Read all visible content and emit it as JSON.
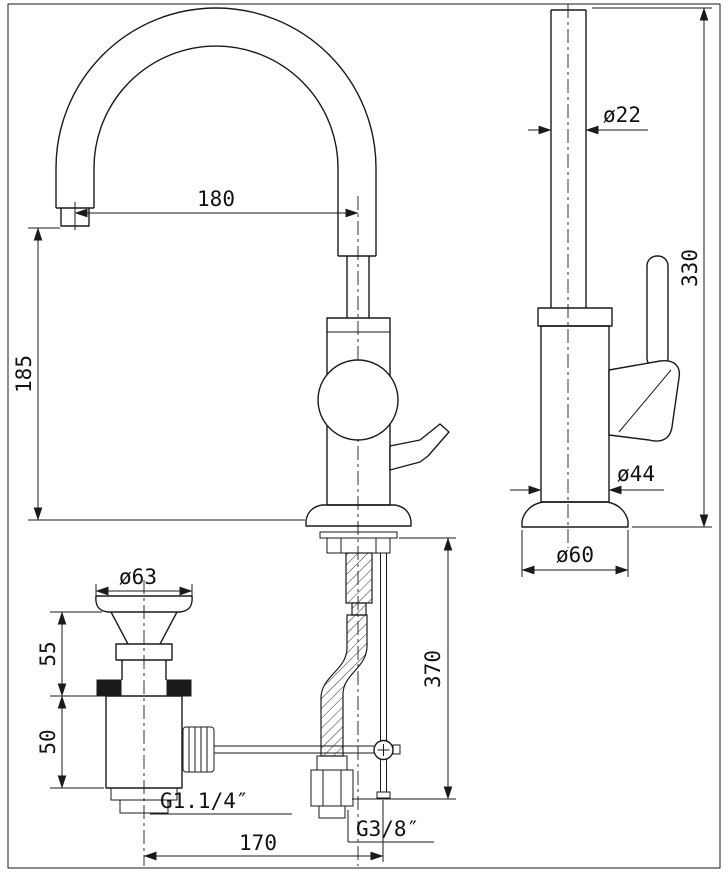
{
  "colors": {
    "ink": "#1a1a1a",
    "paper": "#ffffff"
  },
  "dimensions": {
    "spout_reach": "180",
    "outlet_height": "185",
    "drain_flange_diameter": "ø63",
    "drain_upper_height": "55",
    "drain_lower_height": "50",
    "hose_drop": "370",
    "drain_thread": "G1.1/4″",
    "supply_thread": "G3/8″",
    "drain_offset": "170",
    "spout_tube_diameter": "ø22",
    "overall_height": "330",
    "body_diameter": "ø44",
    "base_diameter": "ø60"
  }
}
